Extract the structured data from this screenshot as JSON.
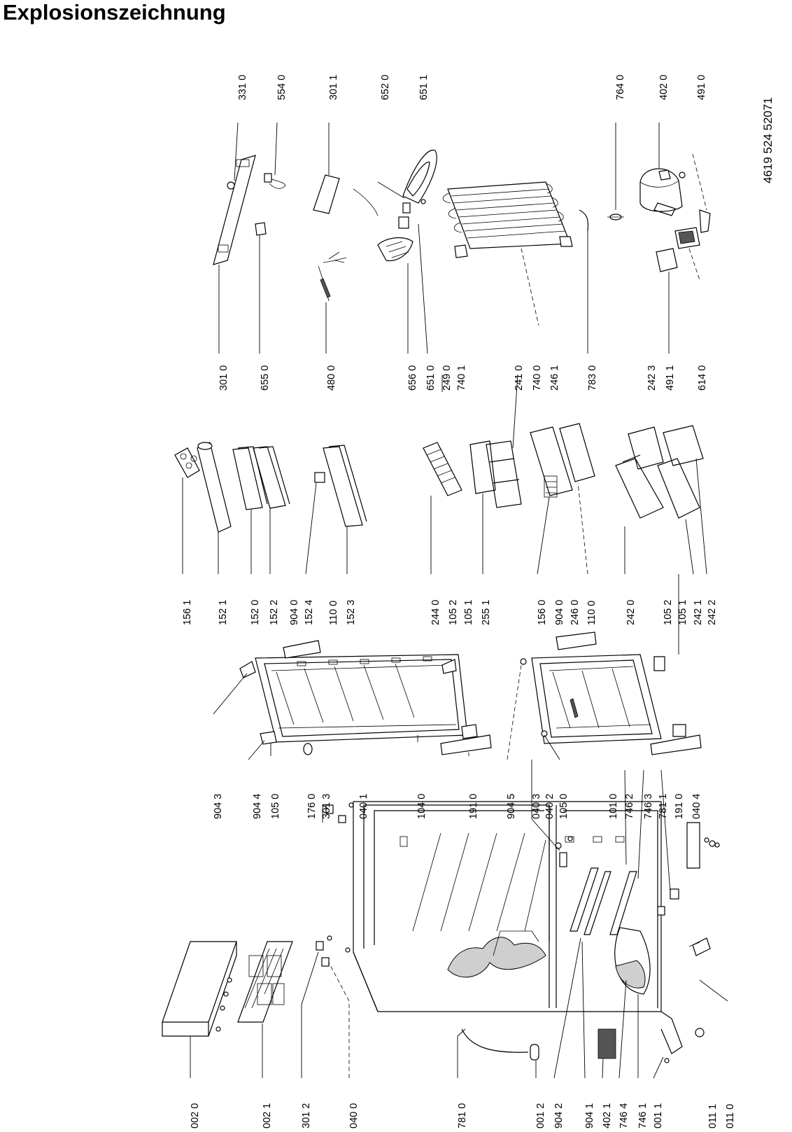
{
  "title": "Explosionszeichnung",
  "document_number": "4619 524 52071",
  "part_labels": [
    "002 0",
    "002 1",
    "301 2",
    "040 0",
    "781 0",
    "001 2",
    "904 2",
    "904 1",
    "402 1",
    "746 4",
    "746 1",
    "001 1",
    "011 1",
    "011 0",
    "904 3",
    "904 4",
    "105 0",
    "176 0",
    "301 3",
    "040 1",
    "104 0",
    "191 0",
    "904 5",
    "040 3",
    "040 2",
    "105 0",
    "101 0",
    "746 2",
    "746 3",
    "781 1",
    "191 0",
    "040 4",
    "156 1",
    "152 1",
    "152 0",
    "152 2",
    "904 0",
    "152 4",
    "110 0",
    "152 3",
    "244 0",
    "105 2",
    "105 1",
    "255 1",
    "156 0",
    "904 0",
    "246 0",
    "110 0",
    "242 0",
    "105 2",
    "105 1",
    "242 1",
    "242 2",
    "301 0",
    "655 0",
    "480 0",
    "656 0",
    "651 0",
    "249 0",
    "740 1",
    "241 0",
    "740 0",
    "246 1",
    "783 0",
    "242 3",
    "491 1",
    "614 0",
    "331 0",
    "554 0",
    "301 1",
    "652 0",
    "651 1",
    "764 0",
    "402 0",
    "491 0"
  ]
}
